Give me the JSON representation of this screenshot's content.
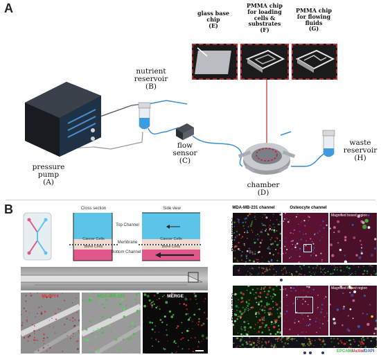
{
  "panel_a": {
    "letter": "A",
    "pump": {
      "line1": "pressure",
      "line2": "pump",
      "code": "(A)"
    },
    "nutrient": {
      "line1": "nutrient",
      "line2": "reservoir",
      "code": "(B)"
    },
    "flow": {
      "line1": "flow",
      "line2": "sensor",
      "code": "(C)"
    },
    "chamber": {
      "line1": "chamber",
      "code": "(D)"
    },
    "glass": {
      "line1": "glass base",
      "line2": "chip",
      "code": "(E)"
    },
    "pmma_load": {
      "line1": "PMMA chip",
      "line2": "for loading",
      "line3": "cells &",
      "line4": "substrates",
      "code": "(F)"
    },
    "pmma_flow": {
      "line1": "PMMA chip",
      "line2": "for flowing",
      "line3": "fluids",
      "code": "(G)"
    },
    "waste": {
      "line1": "waste",
      "line2": "reservoir",
      "code": "(H)"
    },
    "colors": {
      "dashed_border": "#c0282d",
      "tubing": "#3a8fd0",
      "fluid": "#3d9be0"
    }
  },
  "panel_b": {
    "letter": "B",
    "cross_section": {
      "title": "Cross section",
      "side_title": "Side view",
      "top_channel": "Top Channel",
      "membrane": "Membrane",
      "bottom_channel": "Bottom Channel",
      "cancer_cells": "Cancer Cells",
      "bone_cells": "Bone Cells",
      "colors": {
        "top": "#5bc4e8",
        "bottom": "#e0588a",
        "cells": "#f2d9cf"
      }
    },
    "micro_labels": {
      "mlo": "MLO-Y4",
      "mda": "MDA-MB-231",
      "merge": "MERGE"
    },
    "confocal": {
      "col1": "MDA-MB-231 channel",
      "col2": "Osteocyte channel",
      "magnified1": "Magnified boxed region",
      "magnified2": "Magnified boxed region",
      "row1": "- Shear (0.00003 Pa)",
      "row2": "+ Shear (0.03 Pa)",
      "legend_epcam": "EPCAM",
      "legend_actin": "Actin",
      "legend_dapi": "DAPI",
      "sep": "/",
      "colors": {
        "epcam": "#3fbf3f",
        "actin": "#d0302f",
        "dapi": "#3266c8"
      }
    }
  }
}
